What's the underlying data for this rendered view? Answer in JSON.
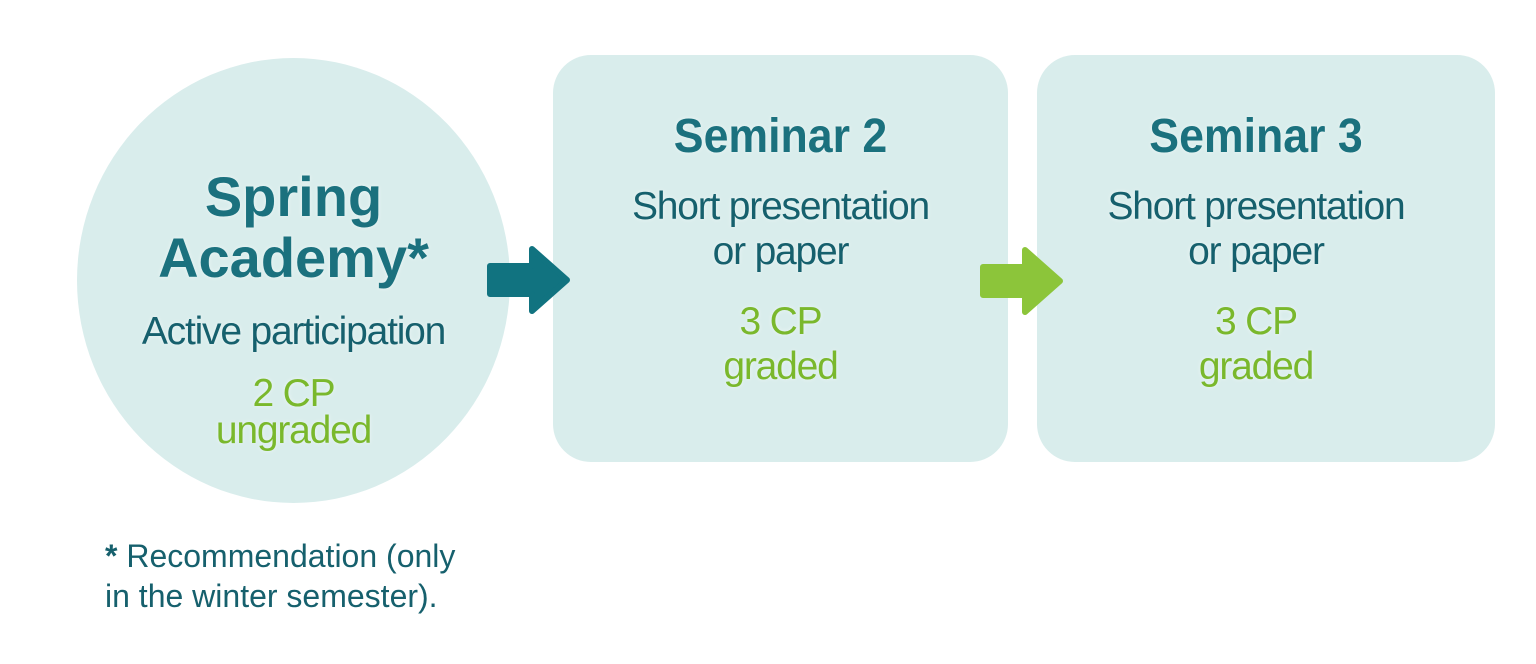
{
  "palette": {
    "page_bg": "#ffffff",
    "shape_bg": "#d9edec",
    "title_color": "#1b717e",
    "body_color": "#16606d",
    "credit_color": "#7ab82c",
    "arrow_teal": "#117380",
    "arrow_green": "#8cc53a"
  },
  "stages": {
    "spring_academy": {
      "title": "Spring Academy*",
      "description": "Active participation",
      "credits": "2 CP",
      "grading": "ungraded"
    },
    "seminar_2": {
      "title": "Seminar 2",
      "description": "Short presentation or paper",
      "credits": "3 CP",
      "grading": "graded"
    },
    "seminar_3": {
      "title": "Seminar 3",
      "description": "Short presentation or paper",
      "credits": "3 CP",
      "grading": "graded"
    }
  },
  "footnote": {
    "marker": "*",
    "text": "Recommendation (only in the winter semester)."
  }
}
